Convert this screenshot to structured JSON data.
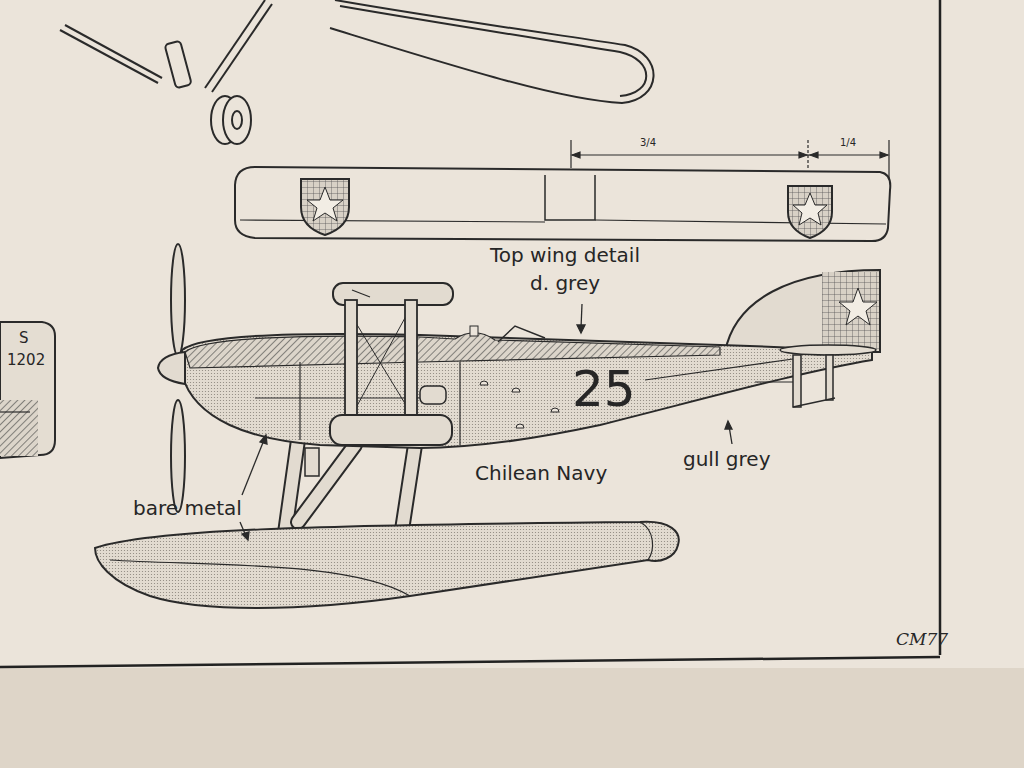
{
  "diagram": {
    "labels": [
      "S",
      "1202",
      "3/4",
      "1/4",
      "Top wing detail",
      "d. grey",
      "25",
      "Chilean Navy",
      "gull grey",
      "bare metal",
      "CM77"
    ]
  }
}
